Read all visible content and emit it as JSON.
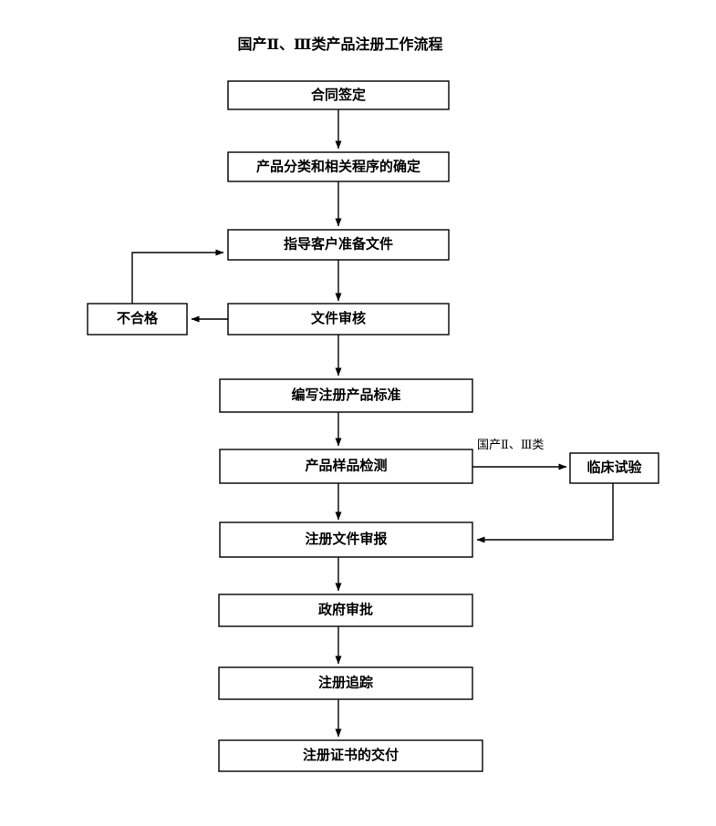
{
  "title": "国产Ⅱ、Ⅲ类产品注册工作流程",
  "nodes": {
    "contract": {
      "label": "合同签定"
    },
    "classify": {
      "label": "产品分类和相关程序的确定"
    },
    "guide": {
      "label": "指导客户准备文件"
    },
    "review": {
      "label": "文件审核"
    },
    "fail": {
      "label": "不合格"
    },
    "standard": {
      "label": "编写注册产品标准"
    },
    "sampletest": {
      "label": "产品样品检测"
    },
    "clinical": {
      "label": "临床试验"
    },
    "submit": {
      "label": "注册文件审报"
    },
    "approval": {
      "label": "政府审批"
    },
    "tracking": {
      "label": "注册追踪"
    },
    "certificate": {
      "label": "注册证书的交付"
    }
  },
  "edges": {
    "to_clinical_label": "国产Ⅱ、Ⅲ类"
  },
  "colors": {
    "stroke": "#000000",
    "fill": "#ffffff",
    "text": "#000000"
  }
}
